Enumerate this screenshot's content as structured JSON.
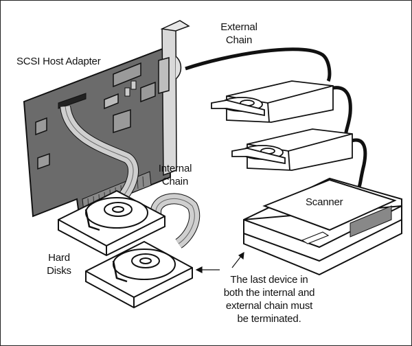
{
  "diagram": {
    "title": "SCSI chain illustration",
    "labels": {
      "host_adapter": "SCSI Host Adapter",
      "external_chain_line1": "External",
      "external_chain_line2": "Chain",
      "internal_chain_line1": "Internal",
      "internal_chain_line2": "Chain",
      "hard_disks_line1": "Hard",
      "hard_disks_line2": "Disks",
      "scanner": "Scanner",
      "note_line1": "The last device in",
      "note_line2": "both the internal and",
      "note_line3": "external chain must",
      "note_line4": "be terminated."
    },
    "components": [
      {
        "name": "SCSI Host Adapter",
        "type": "expansion-card"
      },
      {
        "name": "External drive 1",
        "type": "external-drive"
      },
      {
        "name": "External drive 2",
        "type": "external-drive"
      },
      {
        "name": "Scanner",
        "type": "flatbed-scanner"
      },
      {
        "name": "Hard disk 1",
        "type": "hard-disk"
      },
      {
        "name": "Hard disk 2",
        "type": "hard-disk"
      }
    ],
    "colors": {
      "card": "#6b6b6b",
      "chip": "#9a9a9a",
      "bracket": "#d9d9d9",
      "ribbon": "#bdbdbd",
      "line": "#111111"
    }
  }
}
